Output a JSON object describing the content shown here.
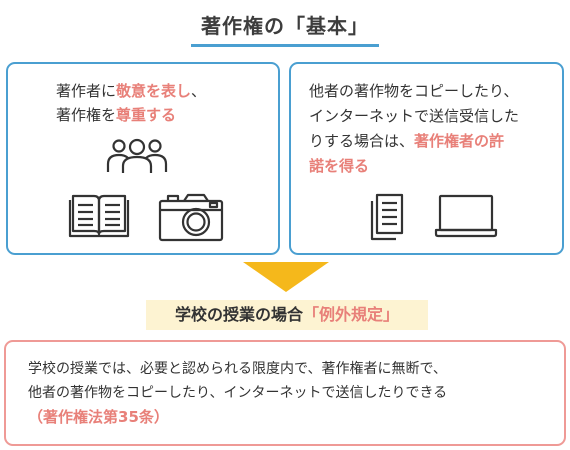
{
  "title": "著作権の「基本」",
  "left_box": {
    "line1_a": "著作者に",
    "line1_hl": "敬意を表し",
    "line1_b": "、",
    "line2_a": "著作権を",
    "line2_hl": "尊重する"
  },
  "right_box": {
    "line1": "他者の著作物をコピーしたり、",
    "line2": "インターネットで送信受信した",
    "line3_a": "りする場合は、",
    "line3_hl": "著作権者の許",
    "line4_hl": "諾を得る"
  },
  "exception": {
    "prefix": "学校の授業の場合",
    "highlight": "「例外規定」"
  },
  "bottom": {
    "line1": "学校の授業では、必要と認められる限度内で、著作権者に無断で、",
    "line2": "他者の著作物をコピーしたり、インターネットで送信したりできる",
    "law": "（著作権法第35条）"
  },
  "icons": [
    "people-icon",
    "book-icon",
    "camera-icon",
    "document-icon",
    "laptop-icon"
  ],
  "colors": {
    "blue": "#4a9fd1",
    "pink": "#e88079",
    "yellow": "#f5b81b",
    "cream": "#fdf3d2"
  }
}
